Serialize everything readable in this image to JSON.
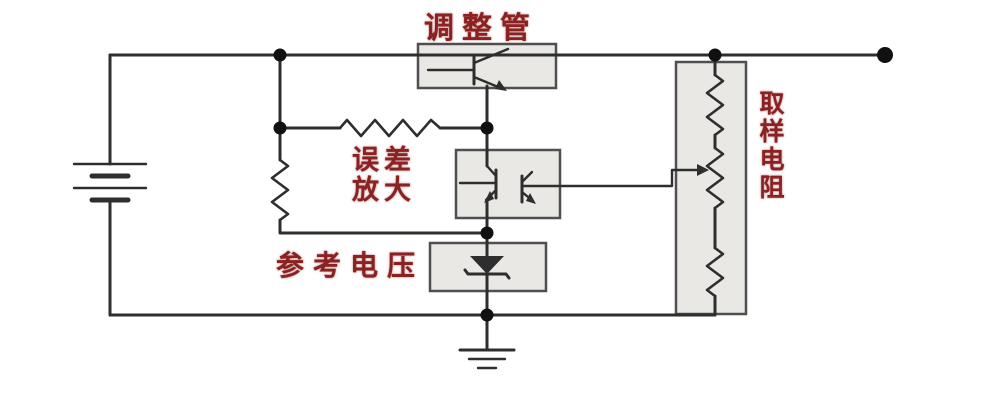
{
  "diagram": {
    "type": "circuit-schematic",
    "subject": "series linear voltage regulator block diagram",
    "labels": {
      "pass_transistor": "调整管",
      "error_amplifier": "误差\n放大",
      "reference_voltage": "参考电压",
      "sampling_resistor": "取样电阻"
    },
    "symbols": [
      "battery",
      "pass-transistor",
      "bias-resistor",
      "error-amplifier-transistor",
      "zener-diode",
      "sampling-resistor-divider",
      "ground"
    ]
  },
  "colors": {
    "label": "#8b2222",
    "wire": "#2e2e2e",
    "dot": "#111111",
    "box_fill": "#e9e8e4",
    "box_stroke": "#4f4f4f",
    "background": "#ffffff"
  }
}
